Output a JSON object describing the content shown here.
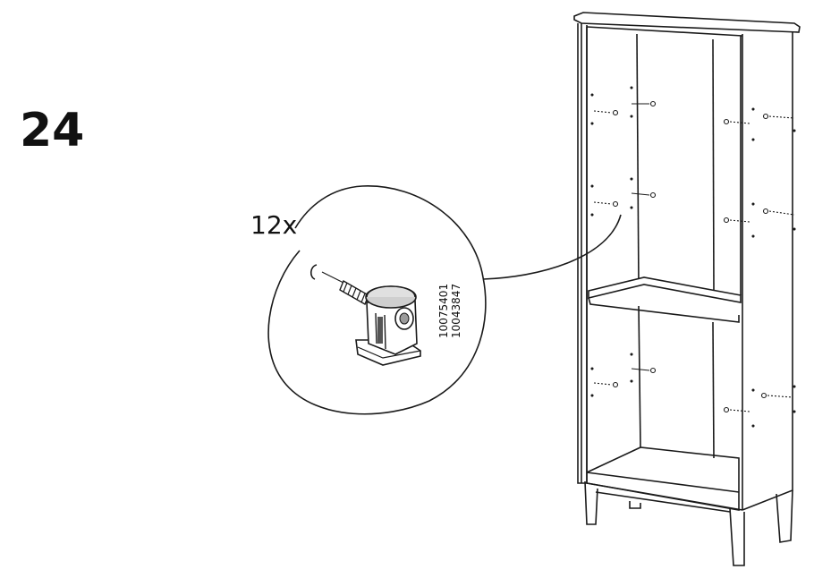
{
  "step": {
    "number": "24"
  },
  "callout": {
    "quantity": "12x",
    "part_numbers": [
      "10075401",
      "10043847"
    ],
    "part_icon": "shelf-pin-icon",
    "screw_icon": "dowel-screw-icon"
  },
  "illustration": {
    "subject": "bookcase-icon",
    "insertion_points_icon": "shelf-pin-hole-icon"
  },
  "colors": {
    "line": "#1a1a1a",
    "background": "#ffffff"
  }
}
